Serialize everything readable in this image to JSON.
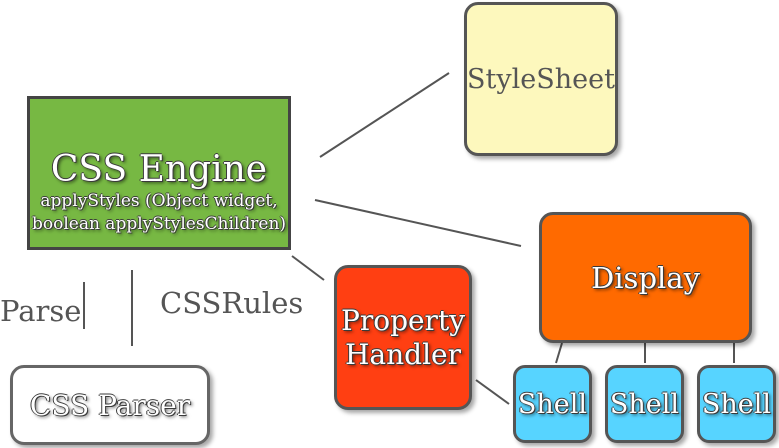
{
  "colors": {
    "engine": "#77b843",
    "stylesheet": "#fdf8bd",
    "display": "#ff6a00",
    "handler": "#ff3f12",
    "shell": "#57d4ff",
    "parser": "#ffffff",
    "line": "#555555"
  },
  "engine": {
    "title": "CSS Engine",
    "method_line1": "applyStyles (Object widget,",
    "method_line2": "boolean applyStylesChildren)"
  },
  "stylesheet": {
    "label": "StyleSheet"
  },
  "display": {
    "label": "Display"
  },
  "handler": {
    "line1": "Property",
    "line2": "Handler"
  },
  "shells": [
    "Shell",
    "Shell",
    "Shell"
  ],
  "parser": {
    "label": "CSS Parser"
  },
  "edges": {
    "parse_label": "Parse",
    "rules_label": "CSSRules"
  }
}
